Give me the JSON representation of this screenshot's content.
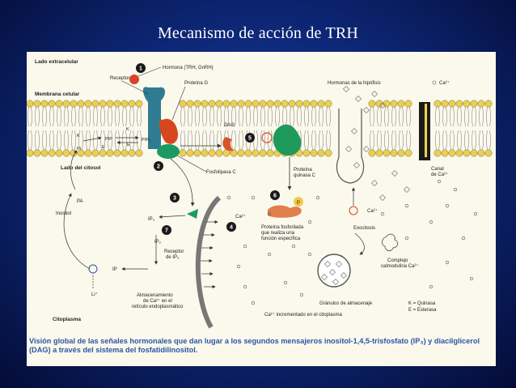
{
  "slide": {
    "title": "Mecanismo de acción de TRH"
  },
  "labels": {
    "extracellular": "Lado extracelular",
    "membrane": "Membrana celular",
    "cytosol_side": "Lado del citosol",
    "cytoplasm": "Citoplasma",
    "hormone": "Hormona (TRH, GnRH)",
    "receptor": "Receptor",
    "g_protein": "Proteína G",
    "pituitary_hormones": "Hormonas de la hipófisis",
    "ca_top": "Ca²⁺",
    "dag": "DAG",
    "pip": "PIP",
    "pip2": "PIP₂",
    "k1": "K",
    "k2": "K",
    "e1": "E",
    "e2": "E",
    "pi": "Pi",
    "phospholipase": "Fosfolipasa C",
    "protein_kinase_c": [
      "Proteína",
      "quinasa C"
    ],
    "ca_channel": [
      "Canal",
      "de Ca²⁺"
    ],
    "pa": "PA",
    "inositol": "Inositol",
    "ip3": "IP₃",
    "ip2": "IP₂",
    "ip": "IP",
    "li": "Li⁺",
    "ca_mid": "Ca²⁺",
    "ca_right": "Ca²⁺",
    "p": "P",
    "phosphorylated_protein": [
      "Proteína fosforilada",
      "que realiza una",
      "función específica"
    ],
    "exocytosis": "Exocitosis",
    "calmodulin": [
      "Complejo",
      "calmodulina Ca²⁺"
    ],
    "ip3_receptor": [
      "Receptor",
      "de IP₃"
    ],
    "er_storage": [
      "Almacenamiento",
      "de Ca²⁺ en el",
      "retículo endoplasmático"
    ],
    "storage_granules": "Gránulos de almacenaje",
    "legend_k": "K = Quinasa",
    "legend_e": "E = Esterasa",
    "ca_increase": "Ca²⁺ incrementado en el citoplasma",
    "steps": [
      "1",
      "2",
      "3",
      "4",
      "5",
      "6",
      "7"
    ]
  },
  "caption": "Visión global de las señales hormonales que dan lugar a los segundos mensajeros inositol-1,4,5-trisfosfato (IP₃) y diacilglicerol (DAG) a través del sistema del fosfatidilinositol.",
  "colors": {
    "background": "#0c2470",
    "title": "#ffffff",
    "panel": "#fbf8ec",
    "membrane_head": "#e9cf58",
    "receptor": "#2f7c92",
    "g_protein": "#d6461f",
    "phospholipase": "#1d9a61",
    "kinase_c": "#1e9a5a",
    "dag": "#d8542a",
    "phospho_protein": "#e0804a",
    "caption": "#2a57a5",
    "step_circle": "#1a1a1a"
  }
}
